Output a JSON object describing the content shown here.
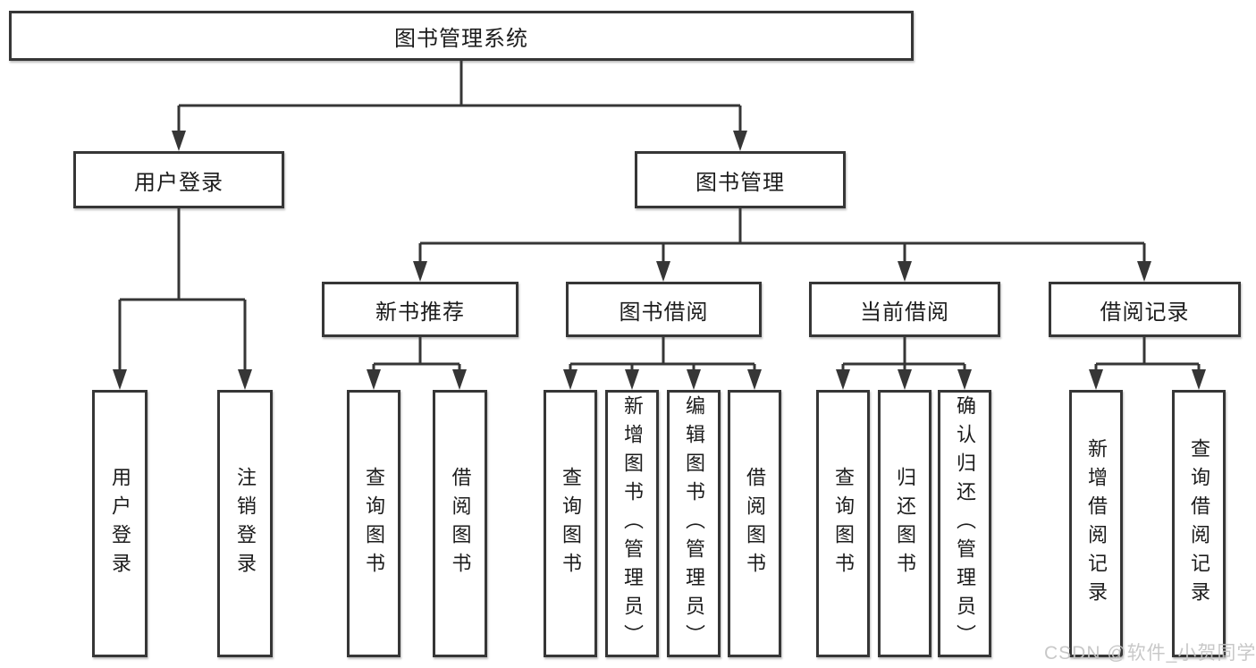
{
  "colors": {
    "line": "#363636",
    "box_fill": "#ffffff",
    "text": "#1c1c1c",
    "watermark": "#c4c4c4"
  },
  "root": {
    "label": "图书管理系统"
  },
  "branches": {
    "user_login": {
      "label": "用户登录",
      "children": [
        {
          "label": "用户登录"
        },
        {
          "label": "注销登录"
        }
      ]
    },
    "book_management": {
      "label": "图书管理",
      "children": [
        {
          "label": "新书推荐",
          "children": [
            {
              "label": "查询图书"
            },
            {
              "label": "借阅图书"
            }
          ]
        },
        {
          "label": "图书借阅",
          "children": [
            {
              "label": "查询图书"
            },
            {
              "label": "新增图书（管理员）"
            },
            {
              "label": "编辑图书（管理员）"
            },
            {
              "label": "借阅图书"
            }
          ]
        },
        {
          "label": "当前借阅",
          "children": [
            {
              "label": "查询图书"
            },
            {
              "label": "归还图书"
            },
            {
              "label": "确认归还（管理员）"
            }
          ]
        },
        {
          "label": "借阅记录",
          "children": [
            {
              "label": "新增借阅记录"
            },
            {
              "label": "查询借阅记录"
            }
          ]
        }
      ]
    }
  },
  "watermark": {
    "text": "CSDN @软件_小贺同学"
  }
}
